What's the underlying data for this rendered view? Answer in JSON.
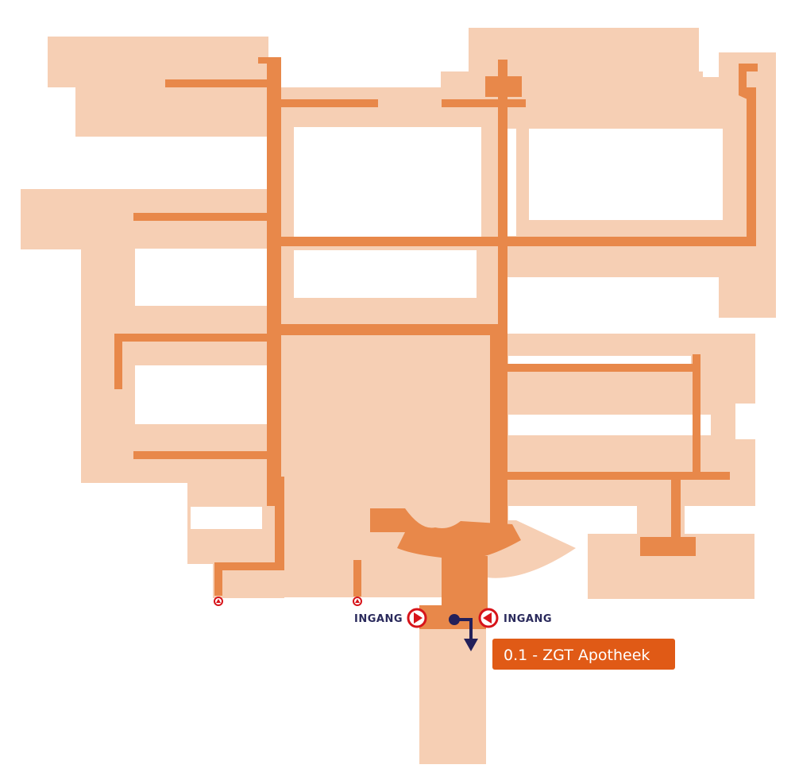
{
  "map": {
    "entrances": [
      {
        "label": "INGANG"
      },
      {
        "label": "INGANG"
      }
    ],
    "destination": {
      "label": "0.1 - ZGT Apotheek"
    },
    "colors": {
      "building": "#f6cfb4",
      "corridor": "#e8884a",
      "route": "#23205a",
      "marker": "#d7141a",
      "destination_box": "#e05a16"
    }
  }
}
